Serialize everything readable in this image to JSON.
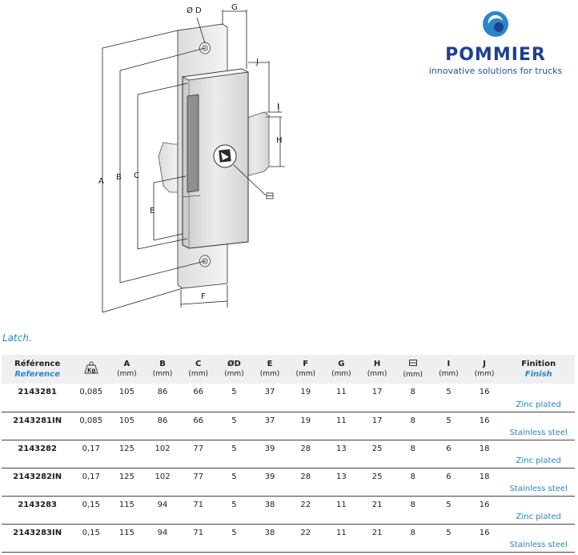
{
  "drawing": {
    "dimension_labels": {
      "od": "Ø D",
      "g": "G",
      "j": "J",
      "i": "I",
      "h": "H",
      "a": "A",
      "b": "B",
      "c": "C",
      "e": "E",
      "f": "F"
    }
  },
  "brand": {
    "name": "POMMIER",
    "tagline": "innovative solutions for trucks",
    "colors": {
      "primary": "#1f3f94",
      "accent": "#2a86c6"
    }
  },
  "caption": "Latch.",
  "table": {
    "headers": {
      "reference_fr": "Référence",
      "reference_en": "Reference",
      "weight_unit": "Kg",
      "a": "A",
      "b": "B",
      "c": "C",
      "od": "ØD",
      "e": "E",
      "f": "F",
      "g": "G",
      "h": "H",
      "i": "I",
      "j": "J",
      "unit": "(mm)",
      "finish_fr": "Finition",
      "finish_en": "Finish"
    },
    "rows": [
      {
        "ref": "2143281",
        "kg": "0,085",
        "a": "105",
        "b": "86",
        "c": "66",
        "od": "5",
        "e": "37",
        "f": "19",
        "g": "11",
        "h": "17",
        "sq": "8",
        "i": "5",
        "j": "16",
        "finish": "Zinc plated"
      },
      {
        "ref": "2143281IN",
        "kg": "0,085",
        "a": "105",
        "b": "86",
        "c": "66",
        "od": "5",
        "e": "37",
        "f": "19",
        "g": "11",
        "h": "17",
        "sq": "8",
        "i": "5",
        "j": "16",
        "finish": "Stainless steel"
      },
      {
        "ref": "2143282",
        "kg": "0,17",
        "a": "125",
        "b": "102",
        "c": "77",
        "od": "5",
        "e": "39",
        "f": "28",
        "g": "13",
        "h": "25",
        "sq": "8",
        "i": "6",
        "j": "18",
        "finish": "Zinc plated"
      },
      {
        "ref": "2143282IN",
        "kg": "0,17",
        "a": "125",
        "b": "102",
        "c": "77",
        "od": "5",
        "e": "39",
        "f": "28",
        "g": "13",
        "h": "25",
        "sq": "8",
        "i": "6",
        "j": "18",
        "finish": "Stainless steel"
      },
      {
        "ref": "2143283",
        "kg": "0,15",
        "a": "115",
        "b": "94",
        "c": "71",
        "od": "5",
        "e": "38",
        "f": "22",
        "g": "11",
        "h": "21",
        "sq": "8",
        "i": "5",
        "j": "16",
        "finish": "Zinc plated"
      },
      {
        "ref": "2143283IN",
        "kg": "0,15",
        "a": "115",
        "b": "94",
        "c": "71",
        "od": "5",
        "e": "38",
        "f": "22",
        "g": "11",
        "h": "21",
        "sq": "8",
        "i": "5",
        "j": "16",
        "finish": "Stainless steel"
      }
    ]
  }
}
